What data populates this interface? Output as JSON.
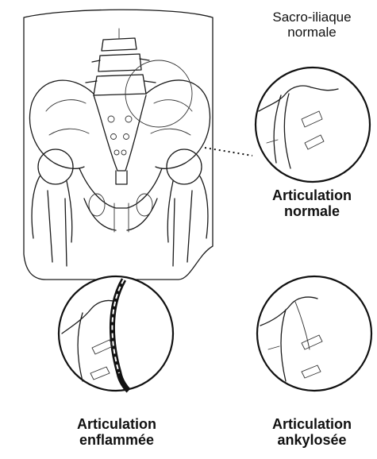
{
  "labels": {
    "normal_joint_title": [
      "Sacro-iliaque",
      "normale"
    ],
    "normal_joint_caption": [
      "Articulation",
      "normale"
    ],
    "inflamed_caption": [
      "Articulation",
      "enflammée"
    ],
    "ankylosed_caption": [
      "Articulation",
      "ankylosée"
    ]
  },
  "colors": {
    "line": "#1a1a1a",
    "background": "#ffffff",
    "inflamed_band": "#1a1a1a"
  }
}
